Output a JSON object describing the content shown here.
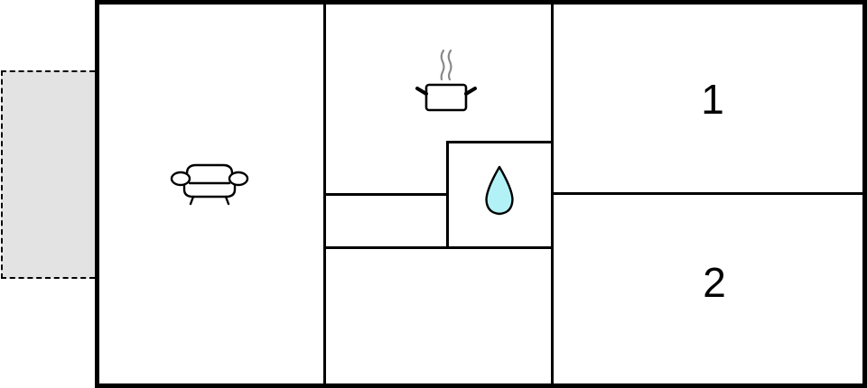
{
  "floor_plan": {
    "rooms": [
      {
        "id": "living",
        "icon": "sofa-icon"
      },
      {
        "id": "kitchen",
        "icon": "cooking-pot-icon"
      },
      {
        "id": "bathroom",
        "icon": "water-drop-icon"
      },
      {
        "id": "bedroom-1",
        "label": "1"
      },
      {
        "id": "bedroom-2",
        "label": "2"
      },
      {
        "id": "hallway"
      },
      {
        "id": "storage"
      }
    ],
    "balcony": {
      "style": "dashed",
      "fill": "#e3e3e3"
    },
    "colors": {
      "wall": "#000000",
      "water": "#b2f2f7",
      "steam": "#888888"
    }
  }
}
